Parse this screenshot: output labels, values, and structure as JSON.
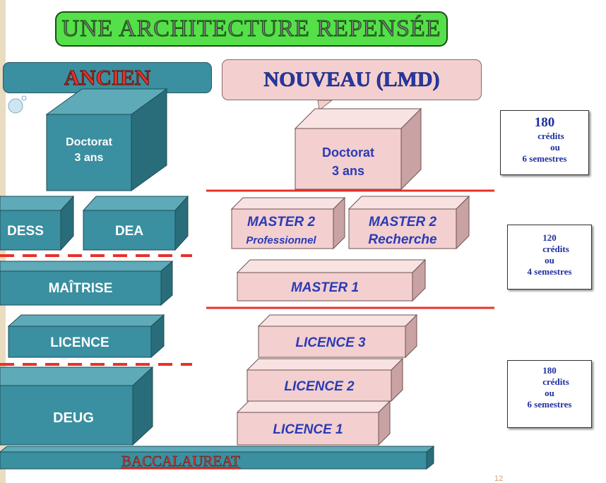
{
  "title": "UNE ARCHITECTURE REPENSÉE",
  "ancien": {
    "heading": "ANCIEN",
    "doctorat": [
      "Doctorat",
      "3  ans"
    ],
    "dess": "DESS",
    "dea": "DEA",
    "maitrise": "MAÎTRISE",
    "licence": "LICENCE",
    "deug": "DEUG"
  },
  "nouveau": {
    "heading": "NOUVEAU (LMD)",
    "doctorat": [
      "Doctorat",
      "3  ans"
    ],
    "master2_pro": [
      "MASTER 2",
      "Professionnel"
    ],
    "master2_rech": [
      "MASTER 2",
      "Recherche"
    ],
    "master1": "MASTER 1",
    "licence3": "LICENCE 3",
    "licence2": "LICENCE  2",
    "licence1": "LICENCE 1"
  },
  "baccalaureat": "BACCALAUREAT",
  "credits": {
    "top": {
      "num": "180",
      "l1": "crédits",
      "l2": "ou",
      "l3": "6 semestres"
    },
    "middle": {
      "num": "120",
      "l1": "crédits",
      "l2": "ou",
      "l3": "4 semestres"
    },
    "bottom": {
      "num": "180",
      "l1": "crédits",
      "l2": "ou",
      "l3": "6 semestres"
    }
  },
  "page_number": "12",
  "colors": {
    "teal": "#3a8fa0",
    "pink": "#f3cfcf",
    "red": "#e8322a",
    "green": "#55e04a",
    "blue": "#2a3bb6"
  }
}
